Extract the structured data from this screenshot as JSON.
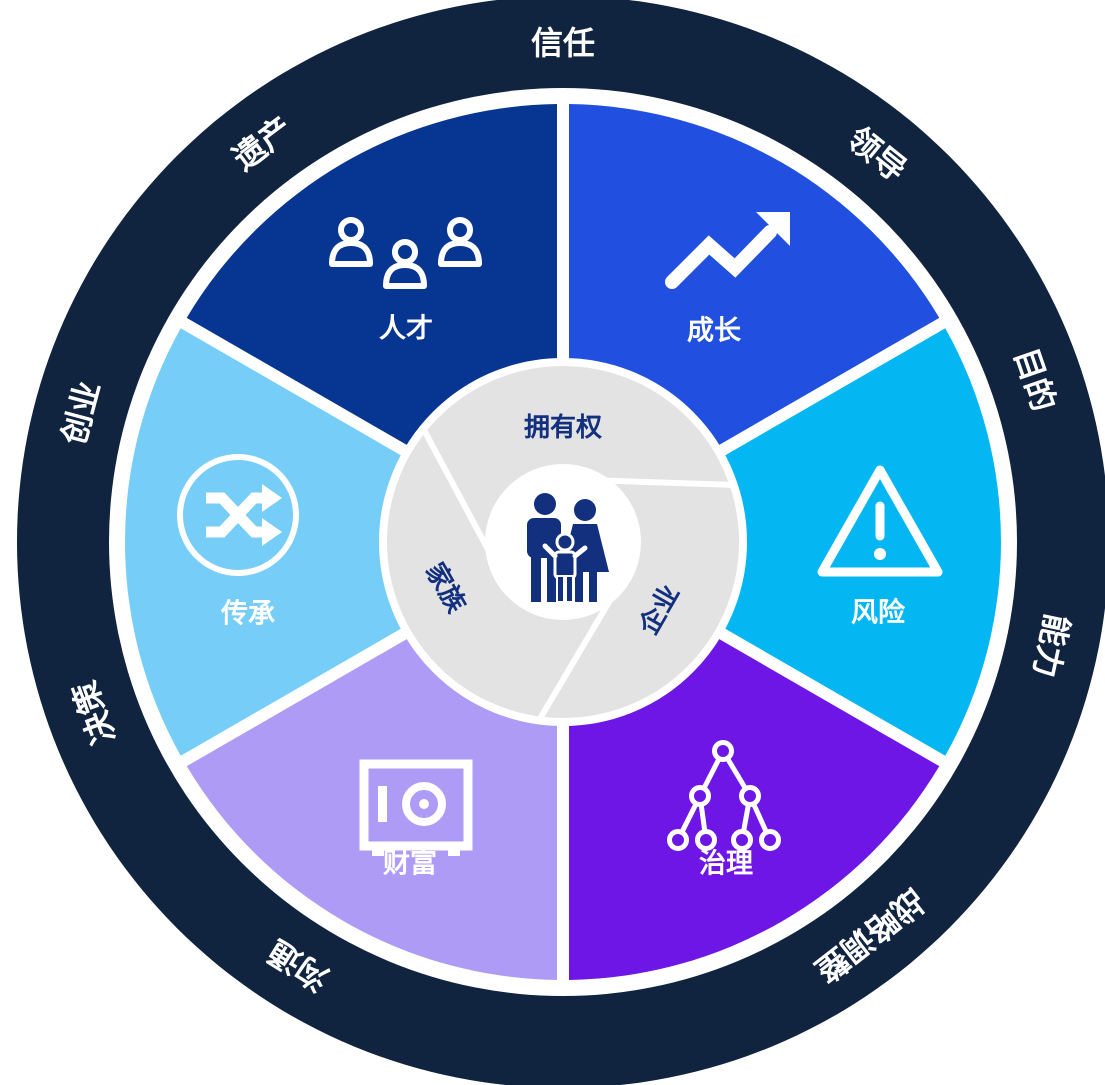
{
  "outer_ring": [
    "信任",
    "领导",
    "目的",
    "能力",
    "战略调整",
    "沟通",
    "决策",
    "创业",
    "遗产"
  ],
  "segments": [
    {
      "label": "成长",
      "icon": "growth-arrow-icon",
      "color": "#2150e0"
    },
    {
      "label": "风险",
      "icon": "warning-triangle-icon",
      "color": "#04b7f2"
    },
    {
      "label": "治理",
      "icon": "hierarchy-tree-icon",
      "color": "#6d16e6"
    },
    {
      "label": "财富",
      "icon": "safe-icon",
      "color": "#ae9bf6"
    },
    {
      "label": "传承",
      "icon": "shuffle-icon",
      "color": "#75cdf8"
    },
    {
      "label": "人才",
      "icon": "people-group-icon",
      "color": "#073592"
    }
  ],
  "inner_circle": {
    "labels": [
      "拥有权",
      "企业",
      "家族"
    ],
    "center_icon": "family-icon",
    "color": "#e3e3e3"
  },
  "colors": {
    "ring": "#10233f",
    "inner_text": "#13307f",
    "center": "#ffffff"
  }
}
